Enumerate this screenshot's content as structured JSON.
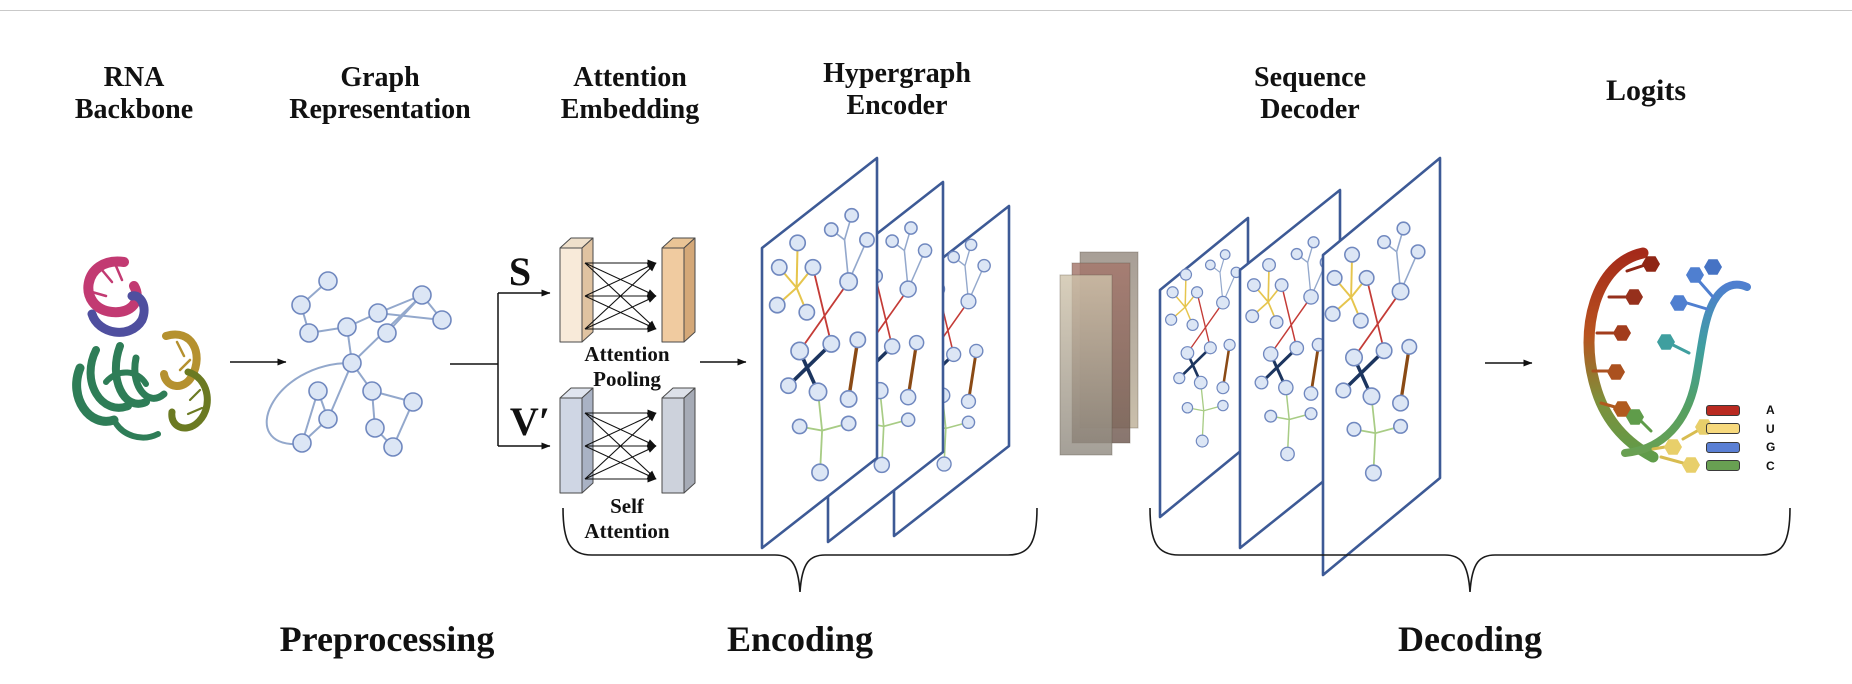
{
  "top_labels": {
    "rna_backbone": "RNA\nBackbone",
    "graph_representation": "Graph\nRepresentation",
    "attention_embedding": "Attention\nEmbedding",
    "hypergraph_encoder": "Hypergraph\nEncoder",
    "sequence_decoder": "Sequence\nDecoder",
    "logits": "Logits"
  },
  "stage_labels": {
    "preprocessing": "Preprocessing",
    "encoding": "Encoding",
    "decoding": "Decoding"
  },
  "attention_embedding": {
    "input_s": "S",
    "input_v": "V′",
    "attention_pooling": "Attention\nPooling",
    "self_attention": "Self\nAttention"
  },
  "legend": {
    "items": [
      {
        "label": "A",
        "color": "#b92a21"
      },
      {
        "label": "U",
        "color": "#f7d97d"
      },
      {
        "label": "G",
        "color": "#5a7fd4"
      },
      {
        "label": "C",
        "color": "#68a052"
      }
    ]
  },
  "colors": {
    "hyperedges": {
      "yellow": "#e6c54d",
      "red": "#c43b36",
      "navy": "#1c355f",
      "brown": "#8a4a15",
      "green": "#a8cc85",
      "blue": "#93a8cc"
    },
    "node_fill": "#dce6f5",
    "node_stroke": "#7088bf",
    "panel_border": "#3d5a96"
  }
}
